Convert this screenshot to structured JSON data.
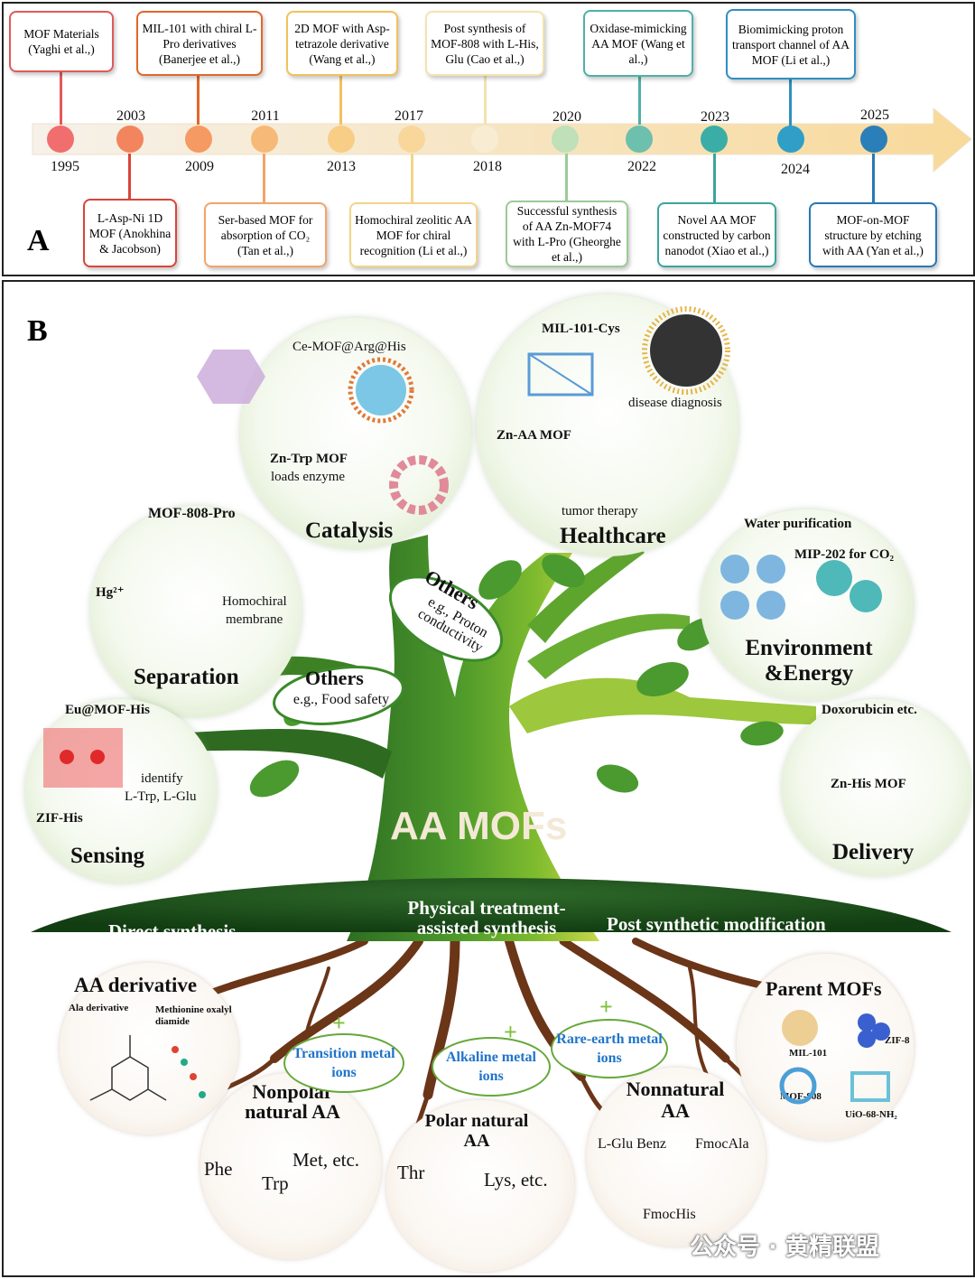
{
  "panel_a": {
    "label": "A",
    "years_top": [
      "2003",
      "2011",
      "2017",
      "2020",
      "2023",
      "2025"
    ],
    "years_bottom": [
      "1995",
      "2009",
      "2013",
      "2018",
      "2022",
      "2024"
    ],
    "events_top": [
      {
        "text": "MOF Materials (Yaghi et al.,)",
        "color": "#e05a5a"
      },
      {
        "text": "MIL-101 with chiral L-Pro derivatives (Banerjee et al.,)",
        "color": "#e2672a"
      },
      {
        "text": "2D MOF with Asp-tetrazole derivative (Wang et al.,)",
        "color": "#f2c15c"
      },
      {
        "text": "Post synthesis of MOF-808 with L-His, Glu (Cao et al.,)",
        "color": "#f4e2b0"
      },
      {
        "text": "Oxidase-mimicking AA MOF (Wang et al.,)",
        "color": "#4fb0a8"
      },
      {
        "text": "Biomimicking proton transport channel of AA MOF (Li et al.,)",
        "color": "#2e8fc2"
      }
    ],
    "events_bottom": [
      {
        "text": "L-Asp-Ni 1D MOF (Anokhina & Jacobson)",
        "color": "#d9453a"
      },
      {
        "text": "Ser-based MOF for absorption of CO₂ (Tan et al.,)",
        "color": "#f2a56a"
      },
      {
        "text": "Homochiral zeolitic AA MOF for chiral recognition (Li et al.,)",
        "color": "#f3d58a"
      },
      {
        "text": "Successful synthesis of AA Zn-MOF74 with L-Pro (Gheorghe et al.,)",
        "color": "#9ccb96"
      },
      {
        "text": "Novel AA MOF constructed by carbon nanodot (Xiao et al.,)",
        "color": "#3ba59e"
      },
      {
        "text": "MOF-on-MOF structure by etching with AA (Yan et al.,)",
        "color": "#2878b5"
      }
    ],
    "dot_colors": [
      "#f06e6e",
      "#f2855e",
      "#f59a62",
      "#f7b978",
      "#f8cd86",
      "#f8e7c4",
      "#bfe0b8",
      "#6dbfae",
      "#3aaea6",
      "#2f9fc8",
      "#2b7fb9"
    ]
  },
  "panel_b": {
    "label": "B",
    "center_title": "AA MOFs",
    "applications": {
      "catalysis": {
        "title": "Catalysis",
        "items": [
          "Ce-MOF@Arg@His",
          "Zn-Trp MOF",
          "loads enzyme"
        ]
      },
      "healthcare": {
        "title": "Healthcare",
        "items": [
          "MIL-101-Cys",
          "disease diagnosis",
          "Zn-AA MOF",
          "tumor therapy"
        ]
      },
      "separation": {
        "title": "Separation",
        "items": [
          "MOF-808-Pro",
          "Hg²⁺",
          "Homochiral",
          "membrane"
        ]
      },
      "environment": {
        "title": "Environment &Energy",
        "items": [
          "Water purification",
          "MIP-202 for CO₂"
        ]
      },
      "sensing": {
        "title": "Sensing",
        "items": [
          "Eu@MOF-His",
          "identify",
          "L-Trp, L-Glu",
          "ZIF-His"
        ]
      },
      "delivery": {
        "title": "Delivery",
        "items": [
          "Doxorubicin etc.",
          "Zn-His MOF"
        ]
      }
    },
    "others": [
      {
        "title": "Others",
        "sub": "e.g., Proton conductivity"
      },
      {
        "title": "Others",
        "sub": "e.g., Food safety"
      }
    ],
    "synthesis": [
      "Direct synthesis",
      "Physical treatment-assisted synthesis",
      "Post synthetic modification"
    ],
    "roots": {
      "aa_derivative": {
        "title": "AA derivative",
        "items": [
          "Ala derivative",
          "Methionine oxalyl diamide"
        ]
      },
      "nonpolar": {
        "title": "Nonpolar natural AA",
        "items": [
          "Phe",
          "Trp",
          "Met, etc."
        ]
      },
      "polar": {
        "title": "Polar natural AA",
        "items": [
          "Thr",
          "Lys, etc."
        ]
      },
      "nonnatural": {
        "title": "Nonnatural AA",
        "items": [
          "L-Glu Benz",
          "FmocAla",
          "FmocHis"
        ]
      },
      "parent": {
        "title": "Parent MOFs",
        "items": [
          "MIL-101",
          "ZIF-8",
          "MOF-808",
          "UiO-68-NH₂"
        ]
      }
    },
    "metals": [
      "Transition metal ions",
      "Alkaline metal ions",
      "Rare-earth metal ions"
    ],
    "watermark": "公众号 · 黄精联盟"
  }
}
